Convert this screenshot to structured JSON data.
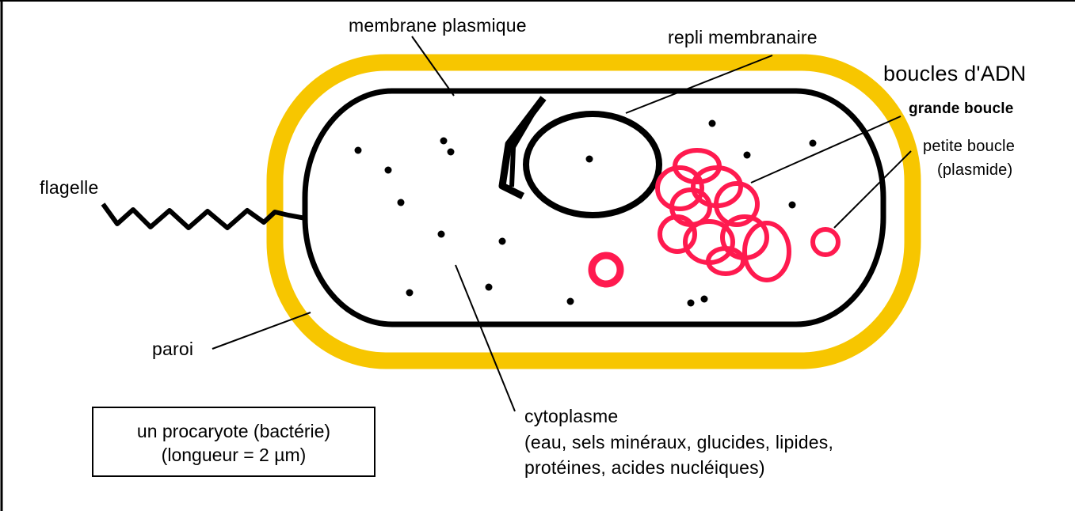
{
  "colors": {
    "wall": "#f7c600",
    "membrane": "#000000",
    "dna": "#ff1a4f",
    "background": "#ffffff"
  },
  "labels": {
    "membrane": "membrane plasmique",
    "fold": "repli membranaire",
    "dna_title": "boucles d'ADN",
    "big_loop": "grande boucle",
    "small_loop_1": "petite boucle",
    "small_loop_2": "(plasmide)",
    "flagellum": "flagelle",
    "wall": "paroi",
    "cytoplasm_1": "cytoplasme",
    "cytoplasm_2": "(eau, sels minéraux, glucides, lipides,",
    "cytoplasm_3": "protéines, acides nucléiques)"
  },
  "caption": {
    "line1": "un procaryote (bactérie)",
    "line2": "(longueur = 2 µm)"
  }
}
